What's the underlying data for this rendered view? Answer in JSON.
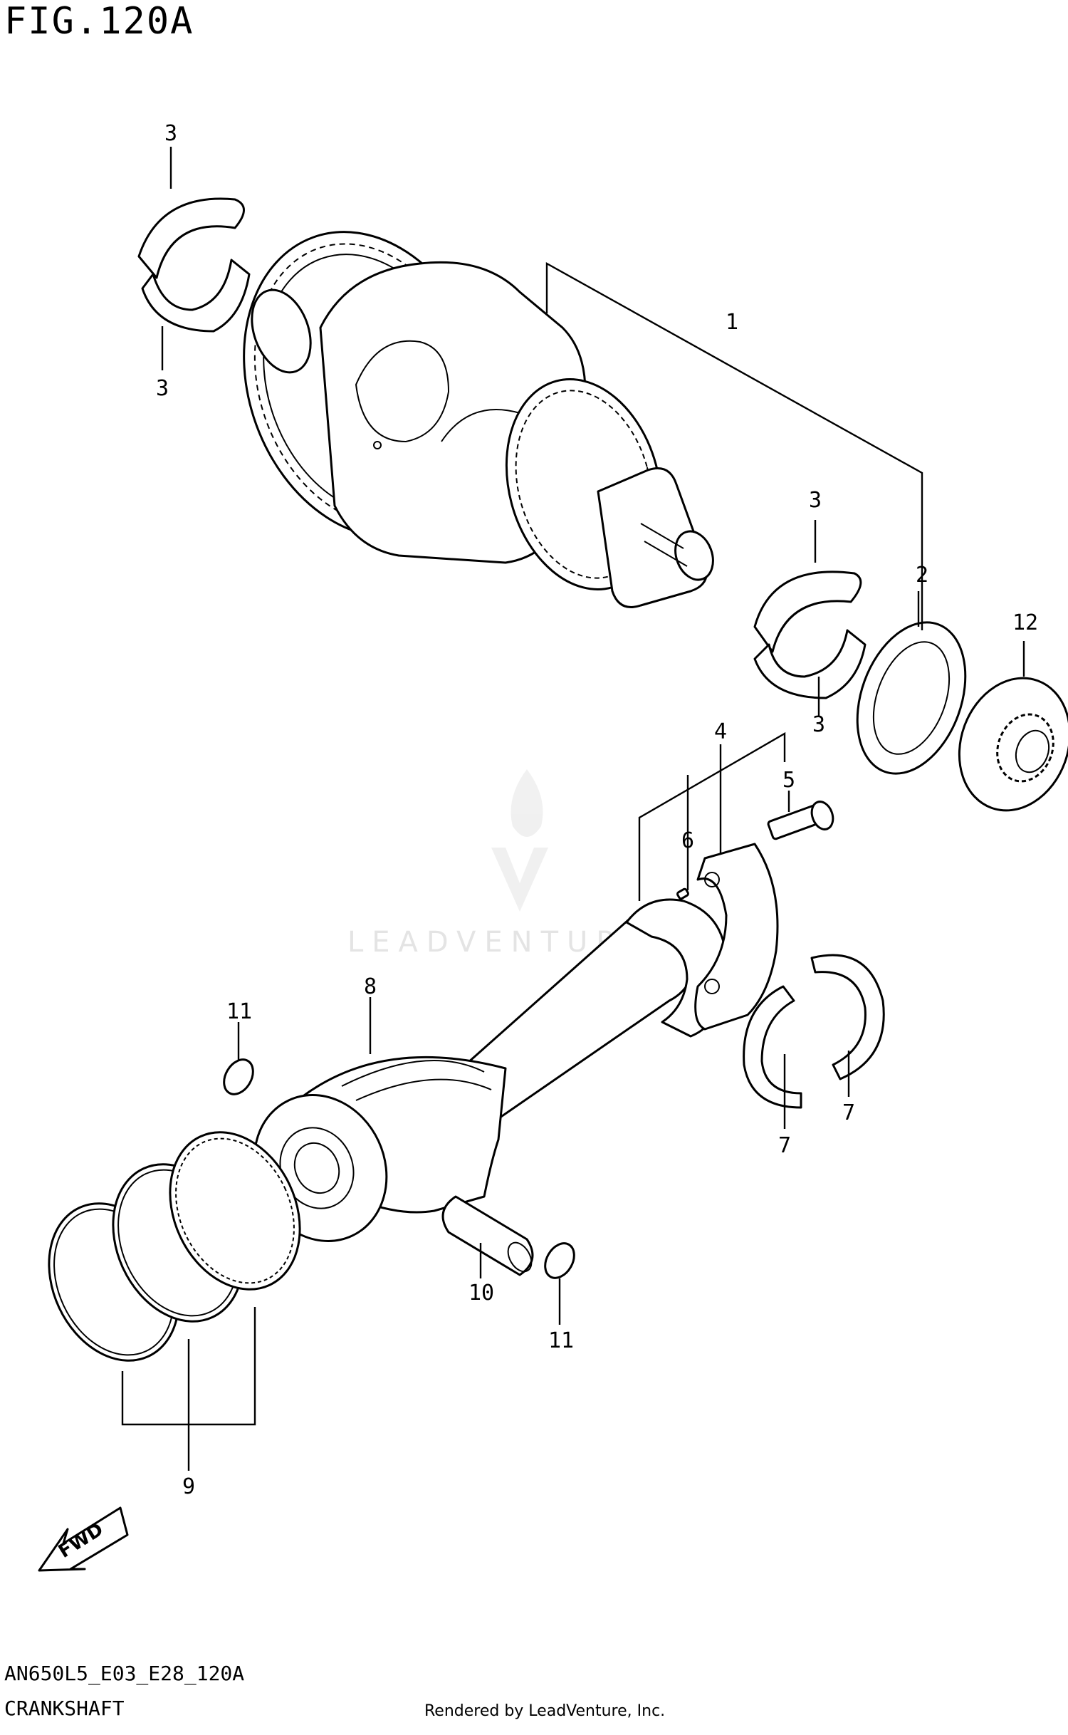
{
  "figure": {
    "title": "FIG.120A",
    "model_code": "AN650L5_E03_E28_120A",
    "section_name": "CRANKSHAFT",
    "rendered_by": "Rendered by LeadVenture, Inc.",
    "watermark": "LEADVENTURE"
  },
  "callouts": {
    "c1": "1",
    "c2": "2",
    "c3a": "3",
    "c3b": "3",
    "c3c": "3",
    "c3d": "3",
    "c4": "4",
    "c5": "5",
    "c6": "6",
    "c7a": "7",
    "c7b": "7",
    "c8": "8",
    "c9": "9",
    "c10": "10",
    "c11a": "11",
    "c11b": "11",
    "c12": "12"
  },
  "fwd_label": "FWD"
}
